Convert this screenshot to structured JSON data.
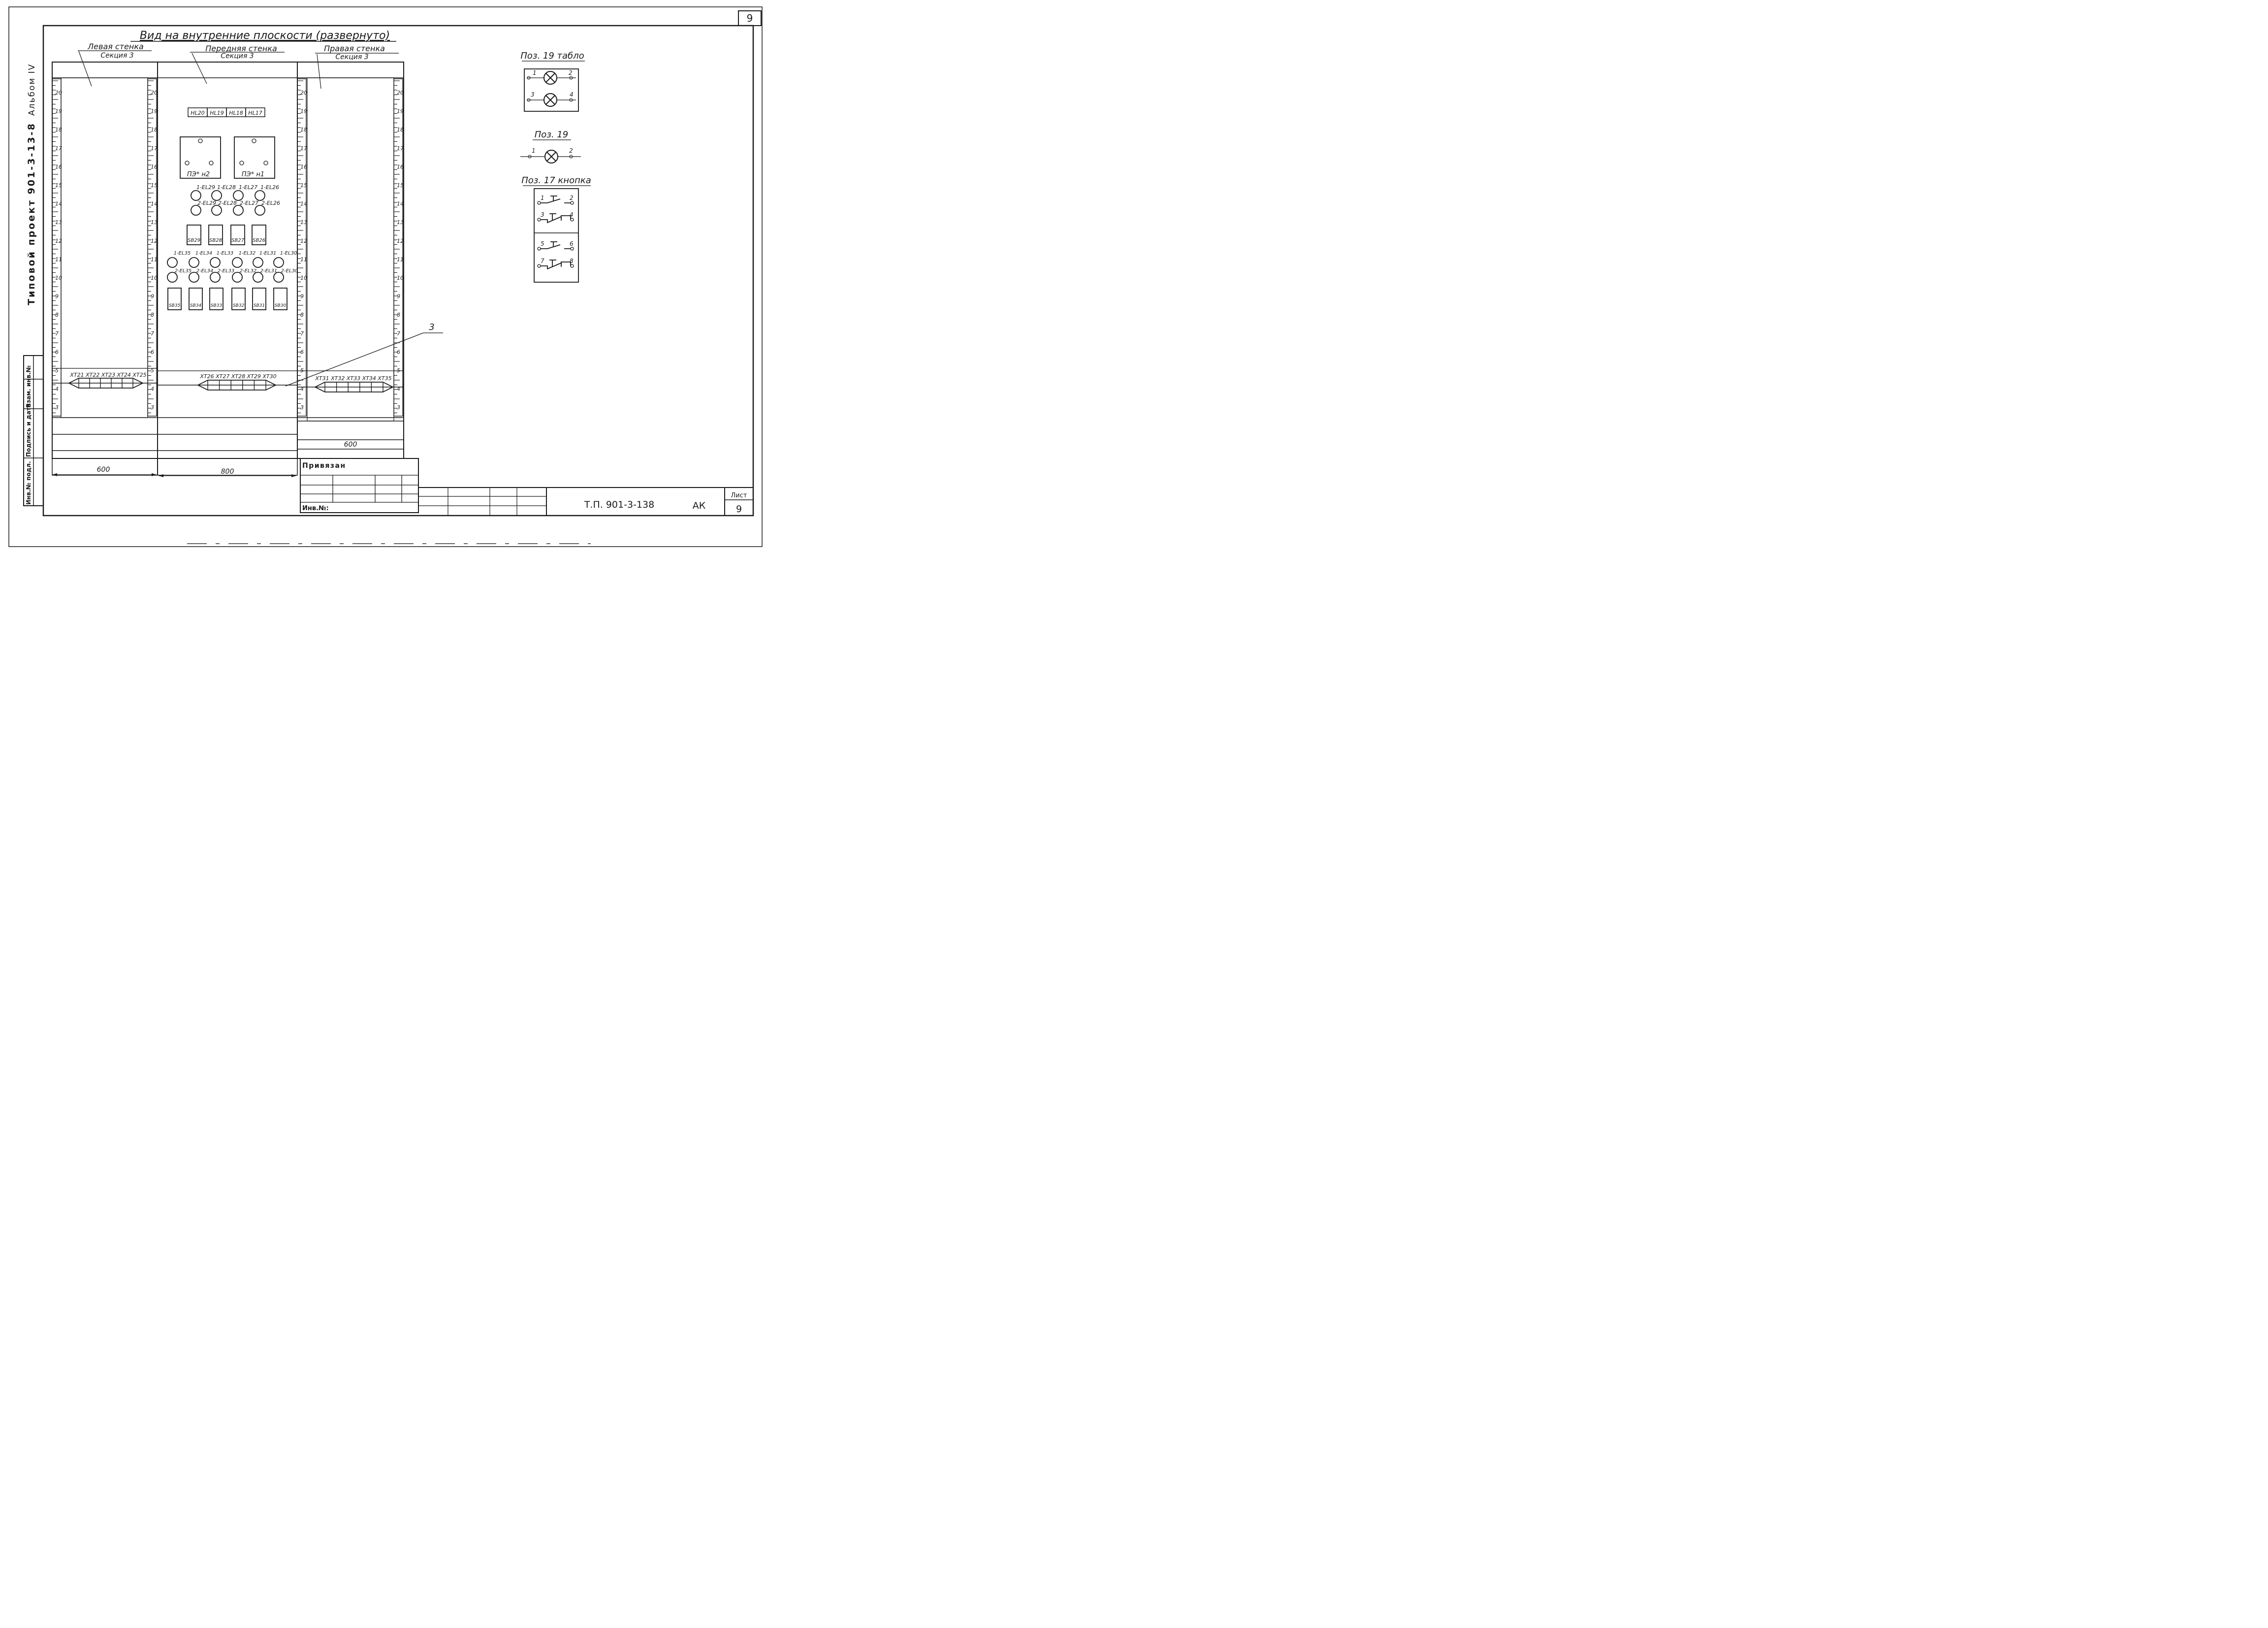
{
  "sheet_corner": "9",
  "side_text": {
    "album": "Альбом IV",
    "project": "Типовой проект 901-3-13-8"
  },
  "side_stamp": [
    "Инв.№ подл.",
    "Подпись и дата",
    "Взам. инв.№"
  ],
  "title": "Вид на внутренние плоскости (развернуто)",
  "walls": {
    "left": {
      "label": "Левая стенка",
      "section": "Секция 3",
      "width": "600"
    },
    "front": {
      "label": "Передняя стенка",
      "section": "Секция 3",
      "width": "800"
    },
    "right": {
      "label": "Правая стенка",
      "section": "Секция 3",
      "width": "600"
    }
  },
  "rack_scale": [
    "20",
    "19",
    "18",
    "17",
    "16",
    "15",
    "14",
    "13",
    "12",
    "11",
    "10",
    "9",
    "8",
    "7",
    "6",
    "5",
    "4",
    "3"
  ],
  "panel": {
    "hl_row": [
      "HL20",
      "HL19",
      "HL18",
      "HL17"
    ],
    "pz": [
      "ПЭ* н2",
      "ПЭ* н1"
    ],
    "lamps_top_upper": [
      "1-EL29",
      "1-EL28",
      "1-EL27",
      "1-EL26"
    ],
    "lamps_top_lower": [
      "2-EL29",
      "2-EL28",
      "2-EL27",
      "2-EL26"
    ],
    "sb_top": [
      "SB29",
      "SB28",
      "SB27",
      "SB26"
    ],
    "lamps_bot_upper": [
      "1-EL35",
      "1-EL34",
      "1-EL33",
      "1-EL32",
      "1-EL31",
      "1-EL30"
    ],
    "lamps_bot_lower": [
      "2-EL35",
      "2-EL34",
      "2-EL33",
      "2-EL32",
      "2-EL31",
      "2-EL30"
    ],
    "sb_bot": [
      "SB35",
      "SB34",
      "SB33",
      "SB32",
      "SB31",
      "SB30"
    ]
  },
  "terminals": {
    "left": "XT21 XT22 XT23 XT24 XT25",
    "front": "XT26 XT27 XT28 XT29 XT30",
    "right": "XT31 XT32 XT33 XT34 XT35"
  },
  "callout": "3",
  "legend": {
    "tablo": {
      "title": "Поз. 19 табло",
      "pins": [
        "1",
        "2",
        "3",
        "4"
      ]
    },
    "lamp": {
      "title": "Поз. 19",
      "pins": [
        "1",
        "2"
      ]
    },
    "button": {
      "title": "Поз. 17 кнопка",
      "pins": [
        "1",
        "2",
        "3",
        "4",
        "5",
        "6",
        "7",
        "8"
      ]
    }
  },
  "stamp": {
    "privyazan": "Привязан",
    "inv": "Инв.№:",
    "doc_code": "Т.П. 901-3-138",
    "mark": "АК",
    "sheet_label": "Лист",
    "sheet_num": "9"
  }
}
